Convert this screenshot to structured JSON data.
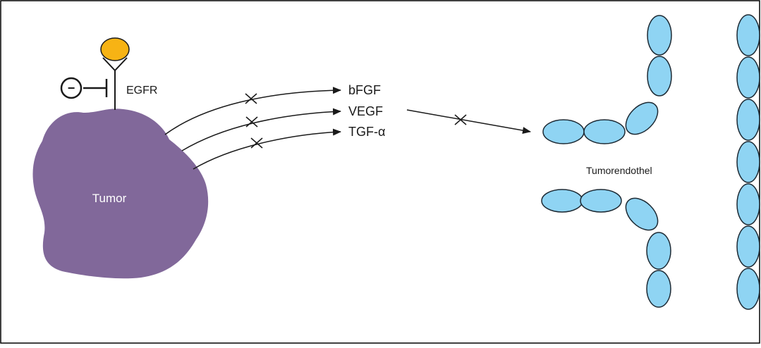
{
  "labels": {
    "receptor": "EGFR",
    "inhibition_symbol": "−",
    "tumor": "Tumor",
    "factor_1": "bFGF",
    "factor_2": "VEGF",
    "factor_3": "TGF-α",
    "endothelium": "Tumorendothel"
  },
  "colors": {
    "tumor": "#81689a",
    "ligand": "#f7b314",
    "endothelial_cell": "#8fd4f3",
    "endothelial_outline": "#1d2a34",
    "line": "#1a1a1a",
    "background": "#ffffff",
    "frame": "#000000"
  }
}
